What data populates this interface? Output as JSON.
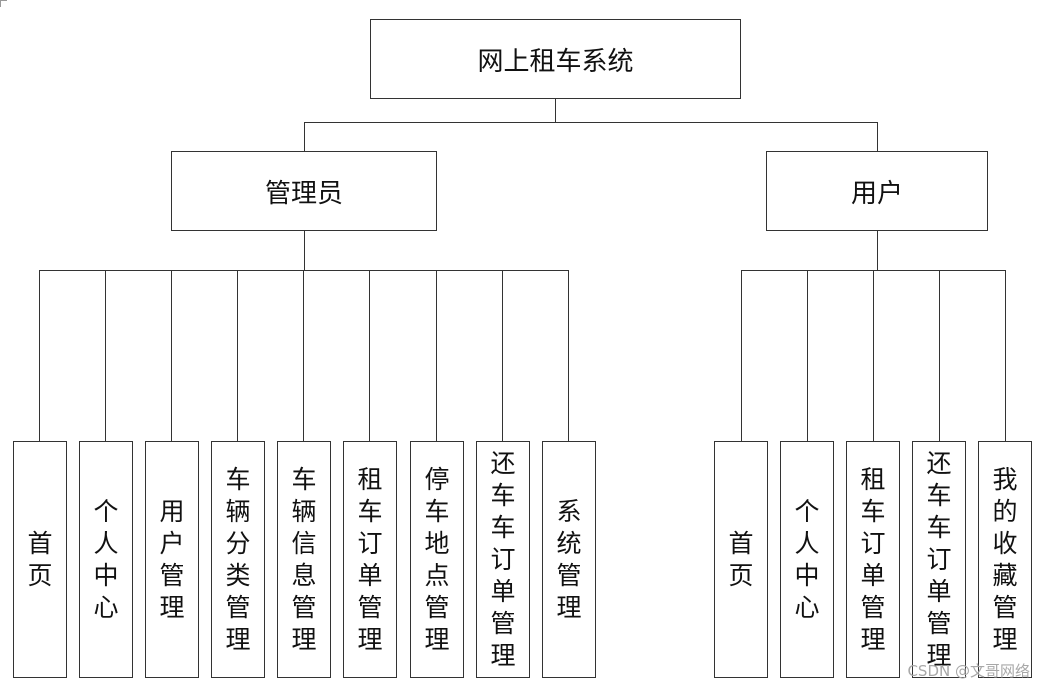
{
  "root": {
    "label": "网上租车系统"
  },
  "branches": [
    {
      "id": "admin",
      "label": "管理员",
      "children": [
        "首页",
        "个人中心",
        "用户管理",
        "车辆分类管理",
        "车辆信息管理",
        "租车订单管理",
        "停车地点管理",
        "还车车订单管理",
        "系统管理"
      ]
    },
    {
      "id": "user",
      "label": "用户",
      "children": [
        "首页",
        "个人中心",
        "租车订单管理",
        "还车车订单管理",
        "我的收藏管理"
      ]
    }
  ],
  "watermark": "CSDN @文哥网络",
  "colors": {
    "line": "#333333",
    "box_border": "#333333",
    "text": "#111111",
    "watermark": "#a8a8a8"
  }
}
